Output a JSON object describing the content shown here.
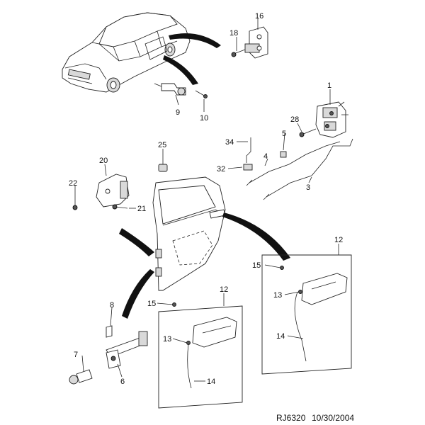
{
  "diagram": {
    "code": "RJ6320",
    "date": "10/30/2004",
    "callouts": {
      "c1": "1",
      "c3": "3",
      "c4": "4",
      "c5": "5",
      "c6": "6",
      "c7": "7",
      "c8": "8",
      "c9": "9",
      "c10": "10",
      "c12a": "12",
      "c12b": "12",
      "c13a": "13",
      "c13b": "13",
      "c14a": "14",
      "c14b": "14",
      "c15a": "15",
      "c15b": "15",
      "c16": "16",
      "c18": "18",
      "c20": "20",
      "c21": "21",
      "c22": "22",
      "c25": "25",
      "c28": "28",
      "c32": "32",
      "c34": "34"
    }
  }
}
